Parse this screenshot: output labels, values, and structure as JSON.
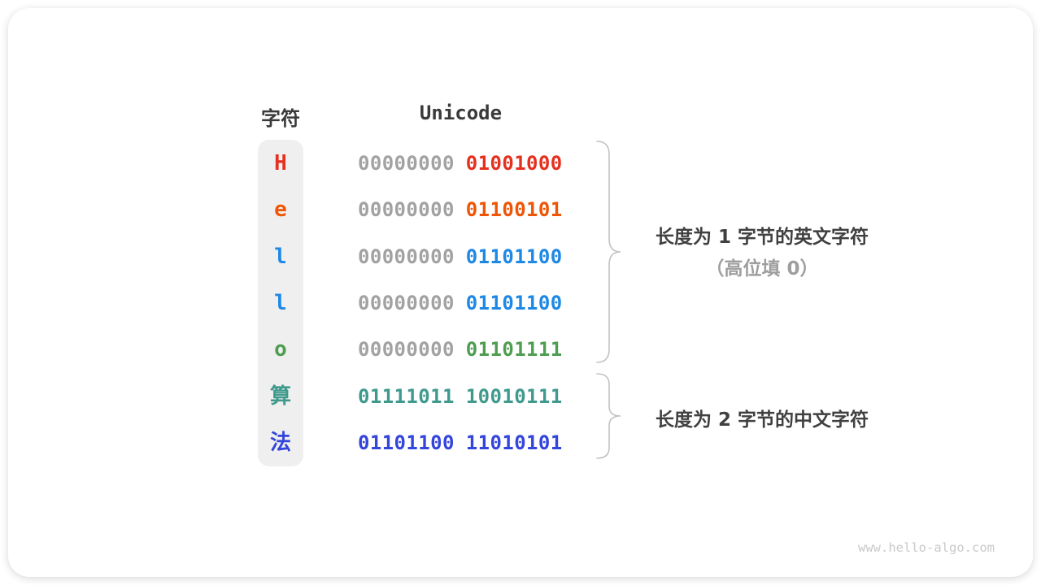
{
  "header": {
    "char_col": "字符",
    "unicode_col": "Unicode"
  },
  "rows": [
    {
      "char": "H",
      "char_color": "#e5301f",
      "byte1": "00000000",
      "byte1_color": "#a2a2a2",
      "byte2": "01001000",
      "byte2_color": "#e5301f"
    },
    {
      "char": "e",
      "char_color": "#ee5504",
      "byte1": "00000000",
      "byte1_color": "#a2a2a2",
      "byte2": "01100101",
      "byte2_color": "#ee5504"
    },
    {
      "char": "l",
      "char_color": "#1e88e5",
      "byte1": "00000000",
      "byte1_color": "#a2a2a2",
      "byte2": "01101100",
      "byte2_color": "#1e88e5"
    },
    {
      "char": "l",
      "char_color": "#1e88e5",
      "byte1": "00000000",
      "byte1_color": "#a2a2a2",
      "byte2": "01101100",
      "byte2_color": "#1e88e5"
    },
    {
      "char": "o",
      "char_color": "#4e9d50",
      "byte1": "00000000",
      "byte1_color": "#a2a2a2",
      "byte2": "01101111",
      "byte2_color": "#4e9d50"
    },
    {
      "char": "算",
      "char_color": "#3f9a8d",
      "byte1": "01111011",
      "byte1_color": "#3f9a8d",
      "byte2": "10010111",
      "byte2_color": "#3f9a8d"
    },
    {
      "char": "法",
      "char_color": "#3445dc",
      "byte1": "01101100",
      "byte1_color": "#3445dc",
      "byte2": "11010101",
      "byte2_color": "#3445dc"
    }
  ],
  "annotations": {
    "english_group_line1": "长度为 1 字节的英文字符",
    "english_group_line2": "（高位填 0）",
    "chinese_group_line1": "长度为 2 字节的中文字符"
  },
  "watermark": "www.hello-algo.com",
  "colors": {
    "column_bg": "#efefef",
    "brace": "#c2c2c2",
    "header_text": "#3a3a3a",
    "annotation_text": "#404040",
    "annotation_muted": "#9e9e9e",
    "watermark_text": "#c9c9c9",
    "gray_byte": "#a2a2a2"
  }
}
